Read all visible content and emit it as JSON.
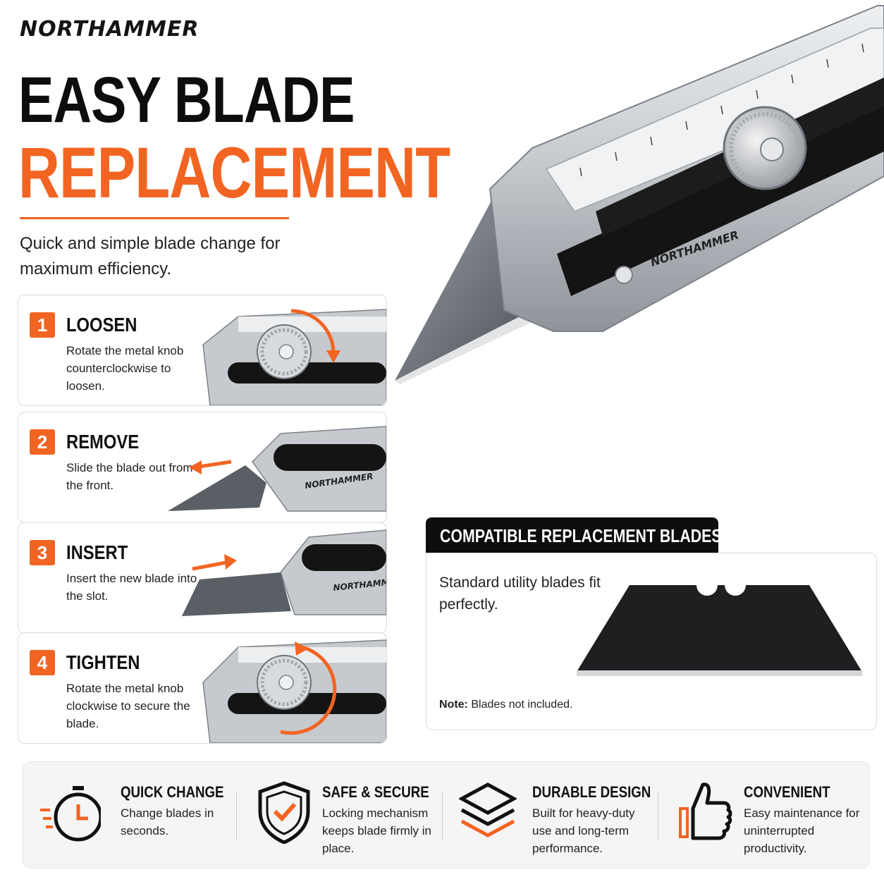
{
  "brand": "NORTHAMMER",
  "headline": {
    "line1": "EASY BLADE",
    "line2": "REPLACEMENT"
  },
  "intro": "Quick and simple blade change for maximum efficiency.",
  "hero_engraving": "NORTHAMMER",
  "steps": [
    {
      "number": "1",
      "title": "LOOSEN",
      "description": "Rotate the metal knob counterclockwise to loosen."
    },
    {
      "number": "2",
      "title": "REMOVE",
      "description": "Slide the blade out from the front.",
      "engraving": "NORTHAMMER"
    },
    {
      "number": "3",
      "title": "INSERT",
      "description": "Insert the new blade into the slot.",
      "engraving": "NORTHAMMER"
    },
    {
      "number": "4",
      "title": "TIGHTEN",
      "description": "Rotate the metal knob clockwise to secure the blade."
    }
  ],
  "compatible": {
    "heading": "COMPATIBLE REPLACEMENT BLADES",
    "text": "Standard utility blades fit perfectly.",
    "note_label": "Note:",
    "note_text": "Blades not included."
  },
  "features": [
    {
      "icon": "stopwatch-icon",
      "title": "QUICK CHANGE",
      "description": "Change blades in seconds."
    },
    {
      "icon": "shield-check-icon",
      "title": "SAFE & SECURE",
      "description": "Locking mechanism keeps blade firmly in place."
    },
    {
      "icon": "layers-icon",
      "title": "DURABLE DESIGN",
      "description": "Built for heavy-duty use and long-term performance."
    },
    {
      "icon": "thumbs-up-icon",
      "title": "CONVENIENT",
      "description": "Easy maintenance for uninterrupted productivity."
    }
  ],
  "colors": {
    "accent": "#f26422",
    "dark": "#0d0d0d",
    "steel": "#c9ccd0"
  }
}
